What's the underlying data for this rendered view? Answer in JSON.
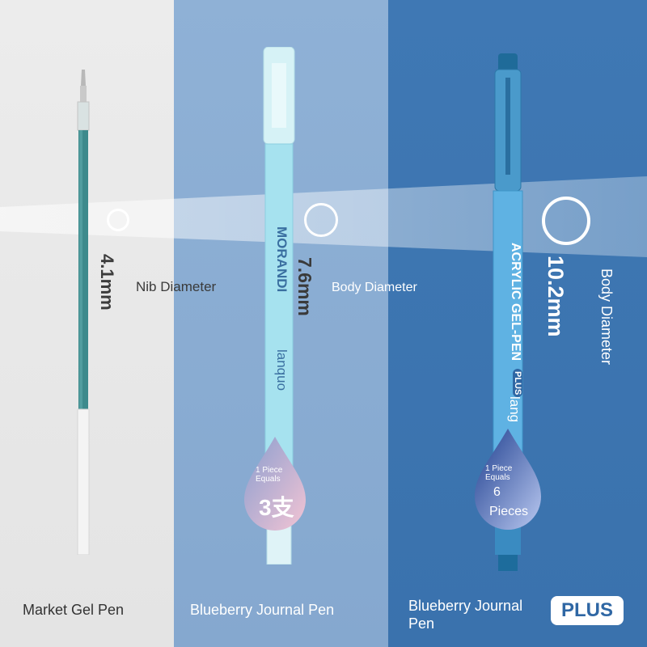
{
  "colors": {
    "panel_left": "#e8e8e8",
    "panel_middle": "#8badd3",
    "panel_right": "#3d76b1",
    "accent_blue": "#2f67a4",
    "white": "#ffffff"
  },
  "columns": [
    {
      "caption": "Market Gel Pen",
      "dimension": "4.1mm",
      "measure_label": "Nib Diameter"
    },
    {
      "caption": "Blueberry Journal Pen",
      "dimension": "7.6mm",
      "measure_label": "Body Diameter",
      "pen_text": "MORANDI",
      "pen_brand": "lanquo",
      "drop_line1": "1 Piece",
      "drop_line2": "Equals",
      "drop_value": "3支"
    },
    {
      "caption": "Blueberry Journal Pen",
      "badge": "PLUS",
      "dimension": "10.2mm",
      "measure_label": "Body Diameter",
      "pen_text": "ACRYLIC GEL-PEN",
      "pen_badge": "PLUS",
      "pen_brand": "lang",
      "drop_line1": "1 Piece",
      "drop_line2": "Equals",
      "drop_value": "6",
      "drop_unit": "Pieces"
    }
  ]
}
